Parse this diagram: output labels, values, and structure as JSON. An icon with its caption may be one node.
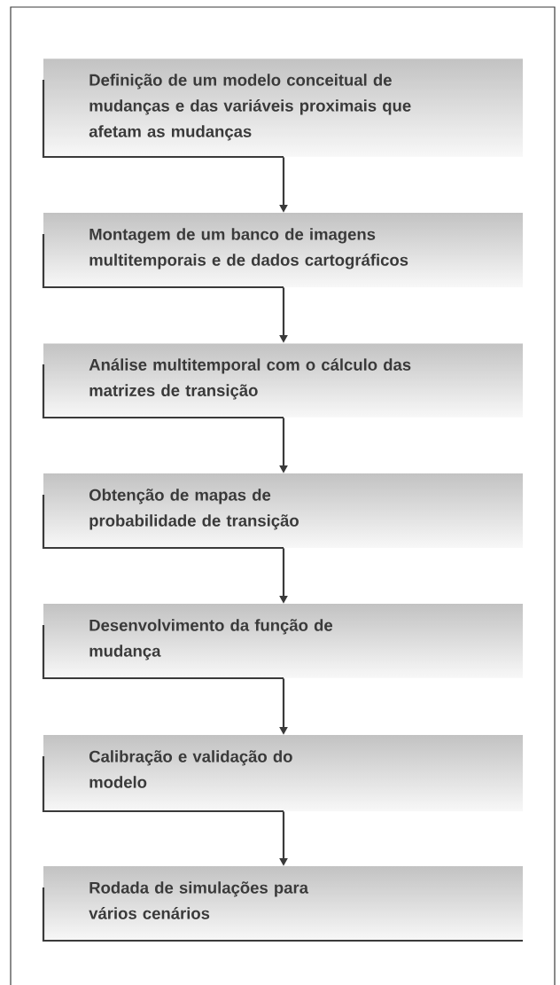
{
  "diagram": {
    "nodes": [
      {
        "text": [
          "Definição de um modelo conceitual de mudanças e das variáveis proximais que afetam as mudanças"
        ]
      },
      {
        "text": [
          "Montagem de um banco de imagens multitemporais e de dados cartográficos"
        ]
      },
      {
        "text": [
          "Análise multitemporal com o cálculo das matrizes de transição"
        ]
      },
      {
        "text": [
          "Obtenção de mapas de probabilidade de transição"
        ]
      },
      {
        "text": [
          "Desenvolvimento da função de mudança"
        ]
      },
      {
        "text": [
          "Calibração e validação do modelo"
        ]
      },
      {
        "text": [
          "Rodada de simulações para vários cenários"
        ]
      }
    ],
    "edges": [
      {
        "from": 0,
        "to": 1,
        "arrow": "to"
      },
      {
        "from": 1,
        "to": 2,
        "arrow": "to"
      },
      {
        "from": 2,
        "to": 3,
        "arrow": "to"
      },
      {
        "from": 3,
        "to": 4,
        "arrow": "to"
      },
      {
        "from": 4,
        "to": 5,
        "arrow": "to"
      },
      {
        "from": 5,
        "to": 6,
        "arrow": "to"
      }
    ]
  }
}
